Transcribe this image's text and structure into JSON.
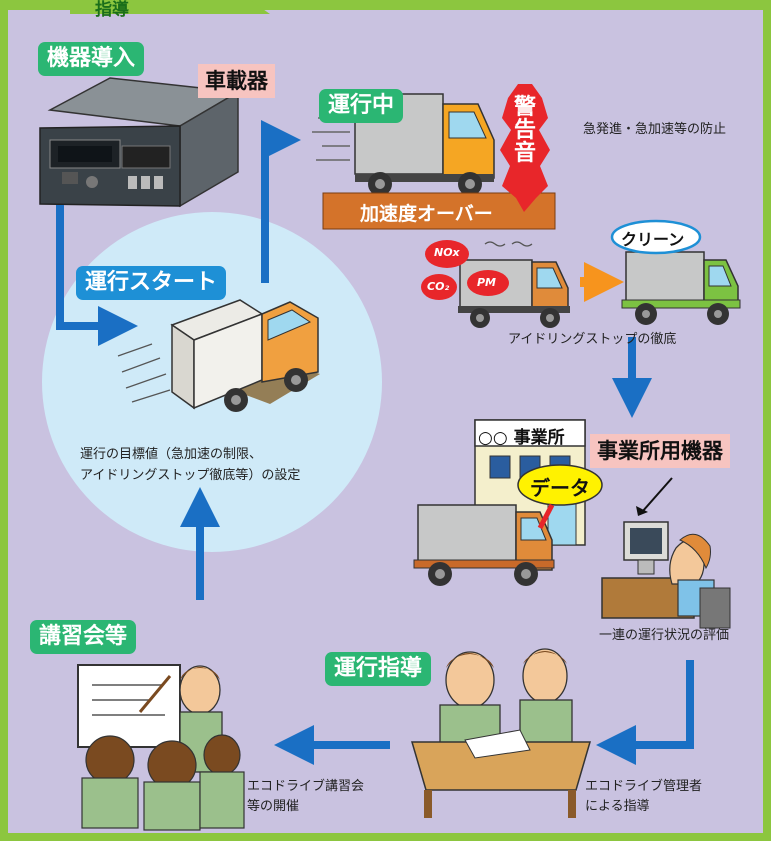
{
  "tabs": {
    "top": "指導"
  },
  "steps": {
    "install": "機器導入",
    "start": "運行スタート",
    "driving": "運行中",
    "guidance": "運行指導",
    "seminar": "講習会等"
  },
  "devices": {
    "vehicle": "車載器",
    "office": "事業所用機器"
  },
  "warning": {
    "sound": "警告音",
    "acceleration_over": "加速度オーバー"
  },
  "notes": {
    "prevent": "急発進・急加速等の防止",
    "idling": "アイドリングストップの徹底",
    "target_line1": "運行の目標値（急加速の制限、",
    "target_line2": "アイドリングストップ徹底等）の設定",
    "evaluation": "一連の運行状況の評価",
    "manager_line1": "エコドライブ管理者",
    "manager_line2": "による指導",
    "seminar_line1": "エコドライブ講習会",
    "seminar_line2": "等の開催"
  },
  "labels": {
    "clean": "クリーン",
    "office_sign": "○○ 事業所",
    "data": "データ",
    "nox": "NOx",
    "pm": "PM",
    "co2": "CO₂"
  },
  "colors": {
    "background": "#c9c2e0",
    "frame": "#8cc63f",
    "tag_green": "#2bb673",
    "tag_blue": "#1e90d6",
    "arrow_blue": "#1a6fc4",
    "warning_red": "#e8262a",
    "bar_brown": "#d4732a",
    "circle": "#cfeaf8"
  }
}
